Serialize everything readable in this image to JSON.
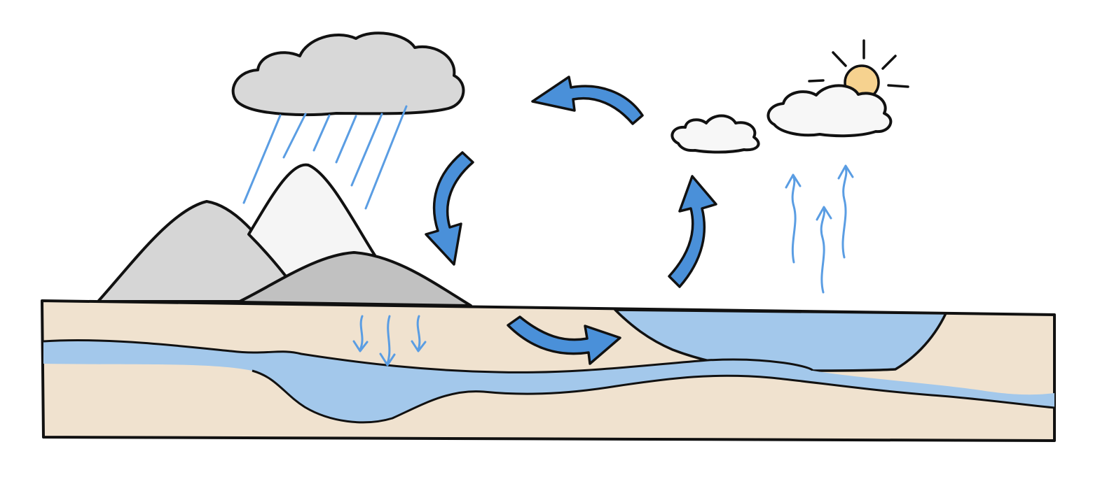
{
  "diagram": {
    "elements": [
      "rain-cloud",
      "rain",
      "mountains",
      "sun",
      "small-clouds",
      "evaporation-arrows",
      "infiltration-arrows",
      "ground",
      "groundwater",
      "lake",
      "cycle-arrows"
    ]
  },
  "colors": {
    "background": "#ffffff",
    "ground": "#f0e2cf",
    "water": "#a3c8eb",
    "cycle_arrow": "#4a90d9",
    "rain": "#5a9de3",
    "rain_cloud": "#d8d8d8",
    "white_cloud": "#f7f7f7",
    "mountain_left": "#d6d6d6",
    "mountain_mid": "#f5f5f5",
    "mountain_front": "#c1c1c1",
    "sun": "#f6d28f",
    "outline": "#111111"
  }
}
